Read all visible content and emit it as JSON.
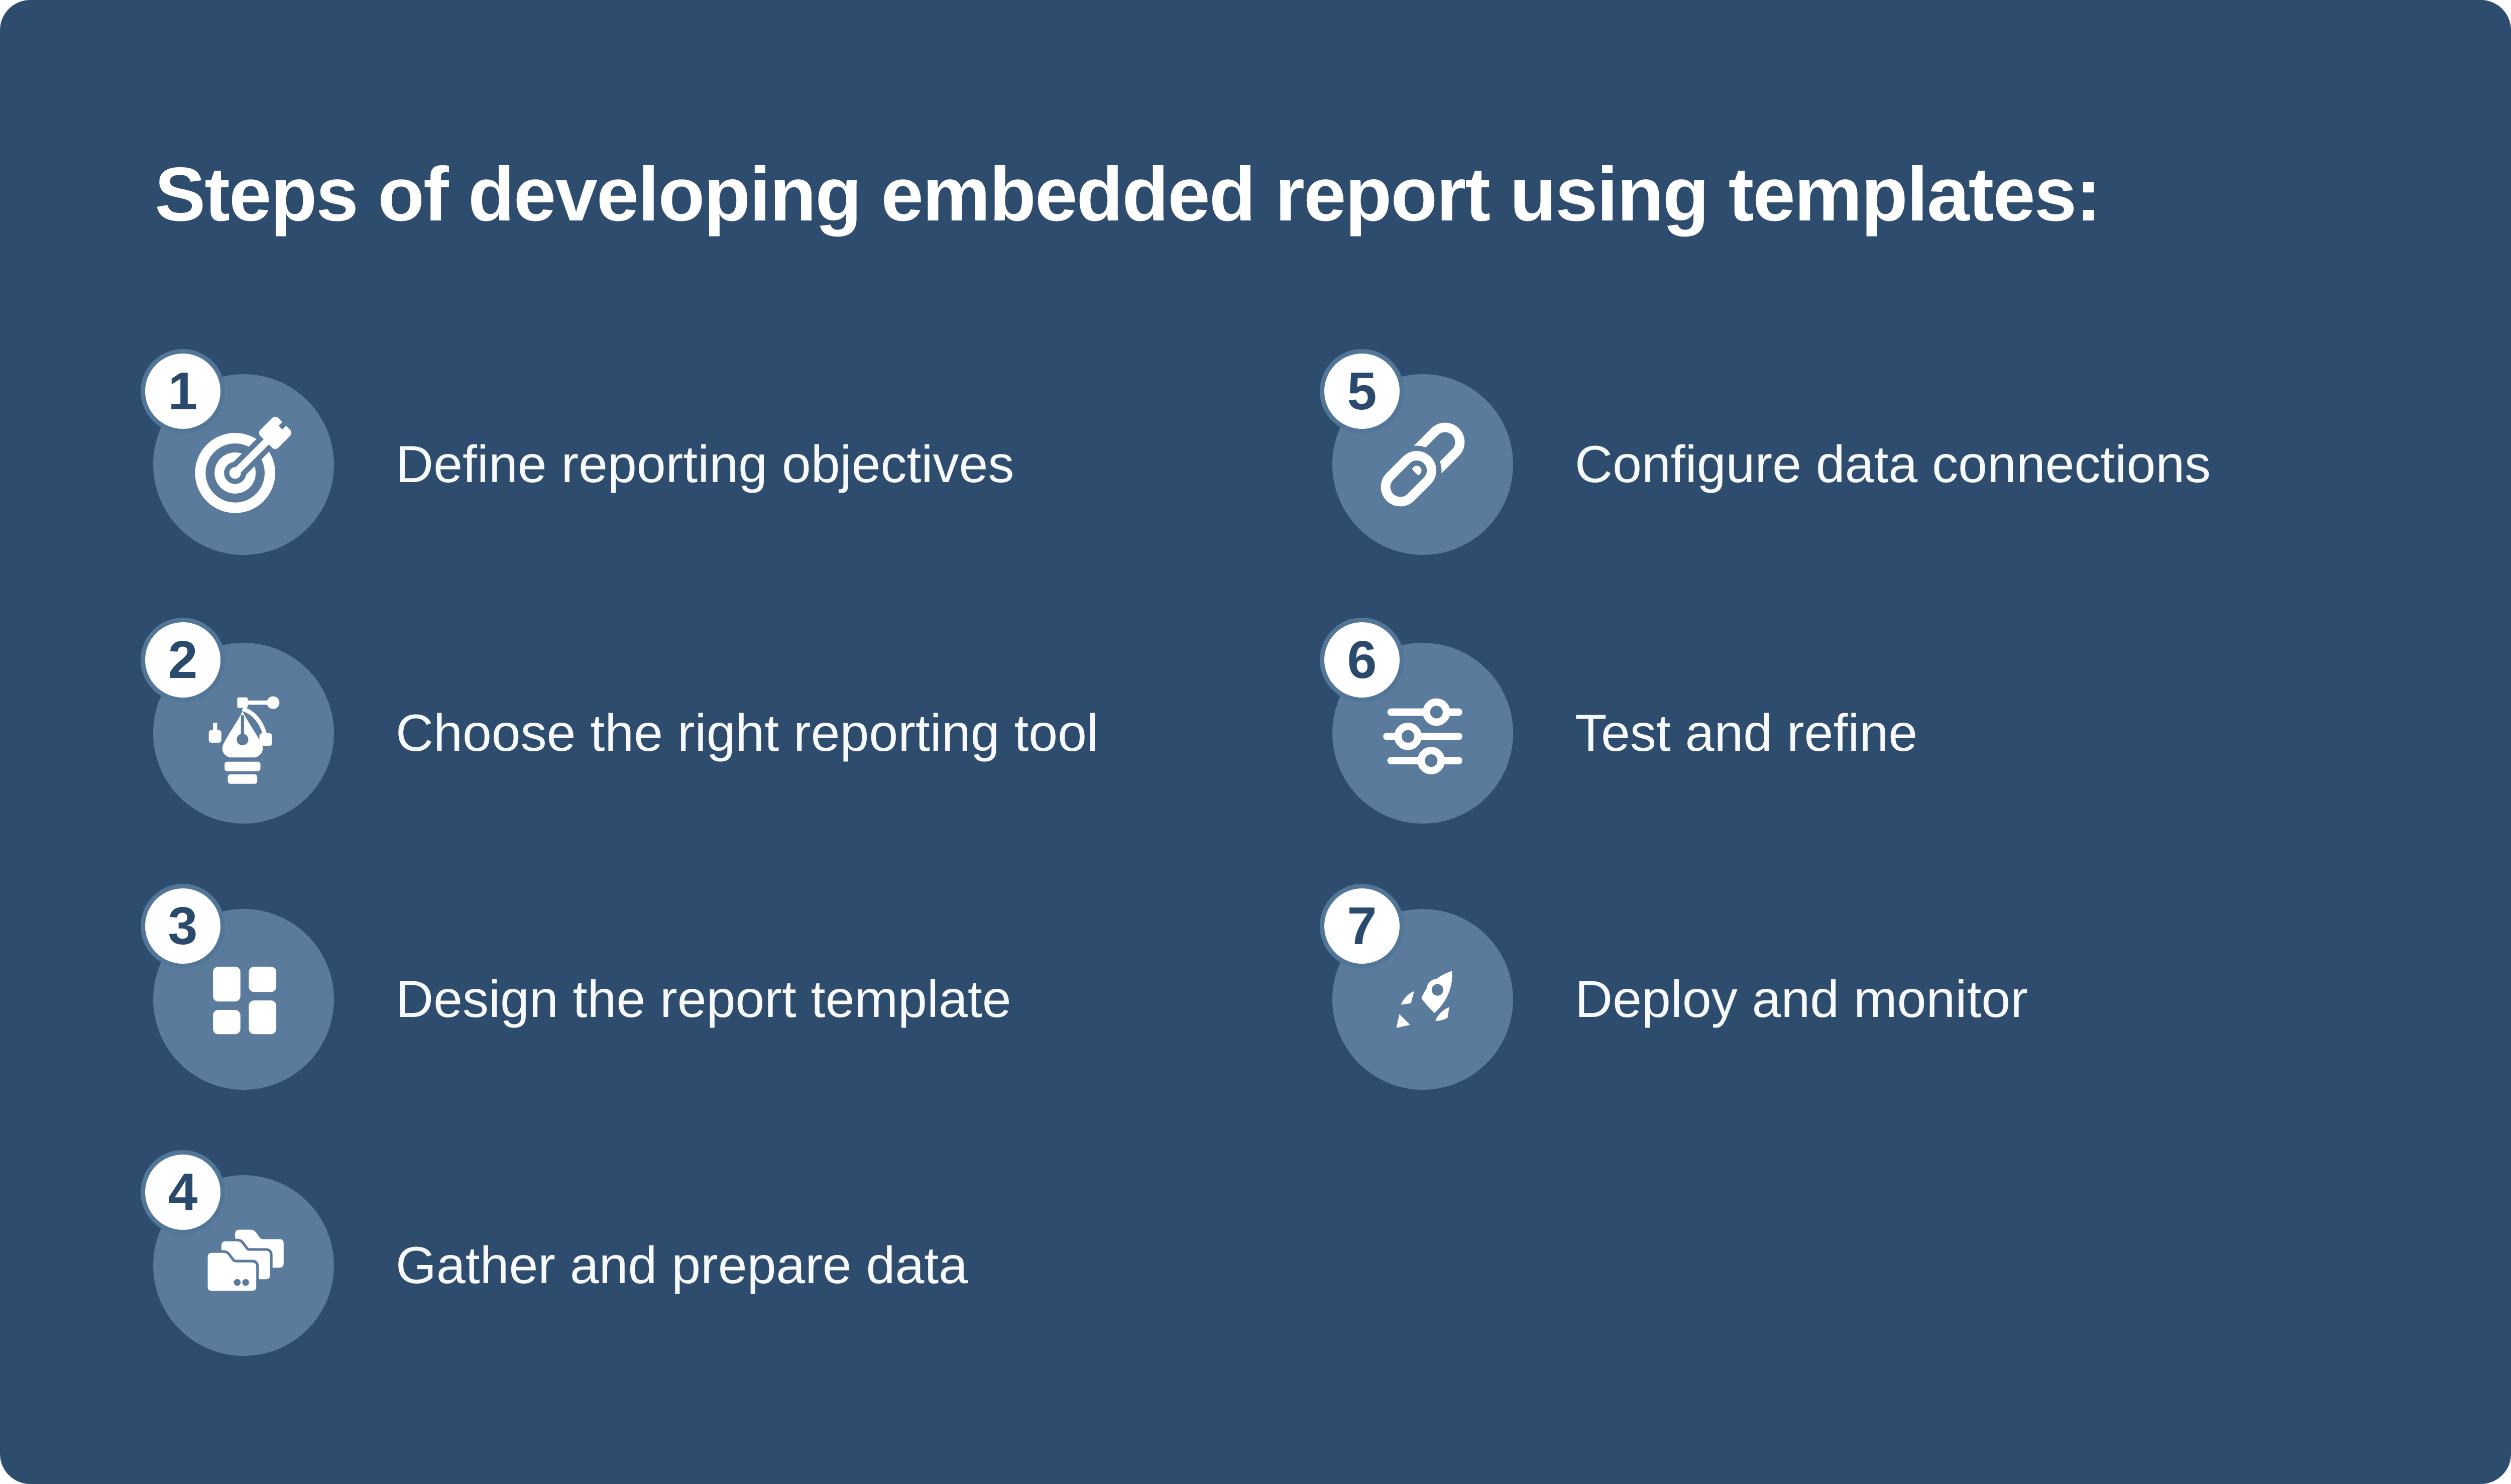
{
  "title": "Steps of developing embedded report using templates:",
  "colors": {
    "background": "#2e4c6e",
    "step_circle": "#5a7b9c",
    "badge_fill": "#ffffff",
    "badge_ring": "#527698",
    "badge_number": "#2a4a6d",
    "title_text": "#ffffff",
    "label_text": "#f7f9fb"
  },
  "steps": [
    {
      "number": "1",
      "label": "Define reporting objectives",
      "icon": "target-dart-icon"
    },
    {
      "number": "2",
      "label": "Choose the right reporting tool",
      "icon": "pen-tool-icon"
    },
    {
      "number": "3",
      "label": "Design the report template",
      "icon": "layout-grid-icon"
    },
    {
      "number": "4",
      "label": "Gather and prepare data",
      "icon": "folders-icon"
    },
    {
      "number": "5",
      "label": "Configure data connections",
      "icon": "chain-link-icon"
    },
    {
      "number": "6",
      "label": "Test and refine",
      "icon": "sliders-icon"
    },
    {
      "number": "7",
      "label": "Deploy and monitor",
      "icon": "rocket-icon"
    }
  ]
}
